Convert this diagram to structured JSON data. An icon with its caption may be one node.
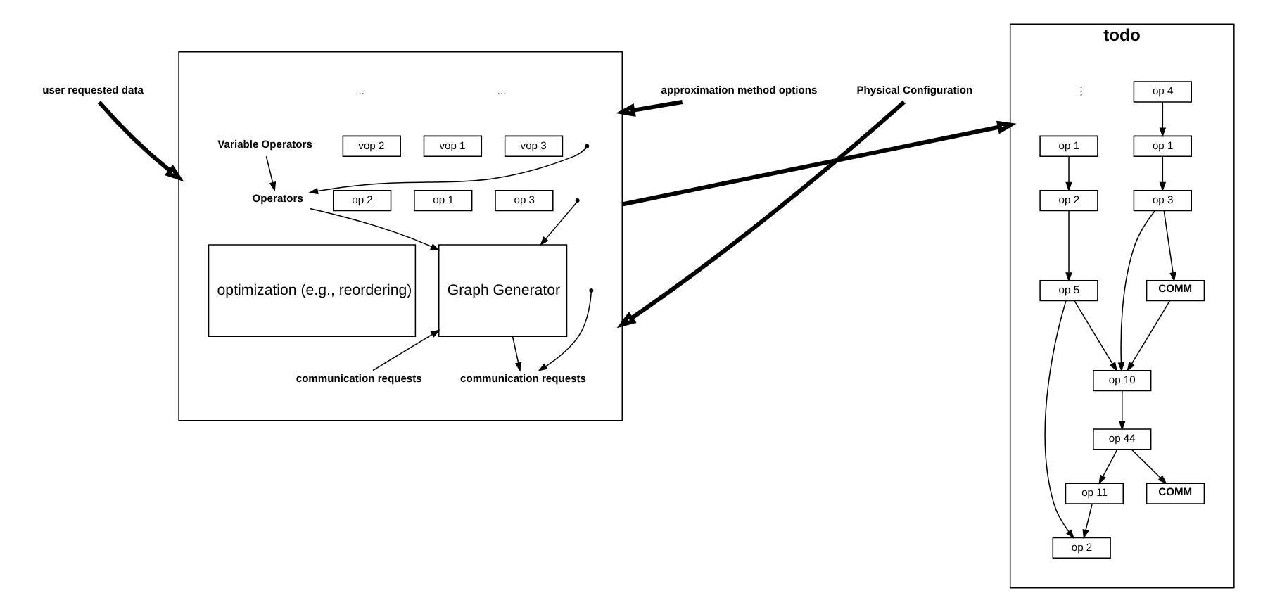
{
  "diagram": {
    "nodes": [
      {
        "text": [],
        "shape": "box"
      },
      {
        "text": [
          "approximation method options"
        ]
      },
      {
        "text": [
          "user requested data"
        ]
      },
      {
        "text": [
          "Physical Configuration"
        ]
      },
      {
        "text": [
          "Variable Operators"
        ],
        "in": 0
      },
      {
        "text": [
          "vop 3"
        ],
        "in": 0
      },
      {
        "text": [
          "vop 1"
        ],
        "in": 0
      },
      {
        "text": [
          "vop 2"
        ],
        "in": 0
      },
      {
        "text": [
          "Operators"
        ],
        "in": 0
      },
      {
        "text": [
          "op 3"
        ],
        "in": 0
      },
      {
        "text": [
          "op 1"
        ],
        "in": 0
      },
      {
        "text": [
          "op 2"
        ],
        "in": 0
      },
      {
        "text": [
          "Graph Generator"
        ],
        "in": 0
      },
      {
        "text": [
          "communication requests"
        ],
        "in": 0
      },
      {
        "text": [
          "communication requests"
        ],
        "in": 0
      },
      {
        "text": [
          "optimization (e.g., reordering)"
        ],
        "in": 0
      },
      {
        "text": [
          "todo"
        ]
      },
      {
        "text": [
          "op 4"
        ],
        "in": 16
      },
      {
        "text": [
          "op 1"
        ],
        "in": 16
      },
      {
        "text": [
          "op 1"
        ],
        "in": 16
      },
      {
        "text": [
          "op 2"
        ],
        "in": 16
      },
      {
        "text": [
          "op 3"
        ],
        "in": 16
      },
      {
        "text": [
          "op 5"
        ],
        "in": 16
      },
      {
        "text": [
          "COMM"
        ],
        "in": 16
      },
      {
        "text": [
          "op 10"
        ],
        "in": 16
      },
      {
        "text": [
          "op 44"
        ],
        "in": 16
      },
      {
        "text": [
          "COMM"
        ],
        "in": 16
      },
      {
        "text": [
          "op 11"
        ],
        "in": 16
      },
      {
        "text": [
          "op 2"
        ],
        "in": 16
      }
    ],
    "edges": [
      {
        "from": 1,
        "to": 0,
        "arrow": "to",
        "style": "thick"
      },
      {
        "from": 2,
        "to": 0,
        "arrow": "to",
        "style": "thick"
      },
      {
        "from": 3,
        "to": 0,
        "arrow": "to",
        "style": "thick"
      },
      {
        "from": null,
        "to": 8,
        "arrow": "to"
      },
      {
        "from": 4,
        "to": 8,
        "arrow": "to"
      },
      {
        "from": null,
        "to": 12,
        "arrow": "to"
      },
      {
        "from": 8,
        "to": 12,
        "arrow": "to"
      },
      {
        "from": 13,
        "to": 12,
        "arrow": "to"
      },
      {
        "from": 12,
        "to": 14,
        "arrow": "to"
      },
      {
        "from": null,
        "to": 14,
        "arrow": "to"
      },
      {
        "from": 0,
        "to": 16,
        "arrow": "to",
        "style": "thick"
      },
      {
        "from": 17,
        "to": 19,
        "arrow": "to"
      },
      {
        "from": 19,
        "to": 21,
        "arrow": "to"
      },
      {
        "from": 21,
        "to": 23,
        "arrow": "to"
      },
      {
        "from": 21,
        "to": 24,
        "arrow": "to"
      },
      {
        "from": 23,
        "to": 24,
        "arrow": "to"
      },
      {
        "from": 18,
        "to": 20,
        "arrow": "to"
      },
      {
        "from": 20,
        "to": 22,
        "arrow": "to"
      },
      {
        "from": 22,
        "to": 24,
        "arrow": "to"
      },
      {
        "from": 22,
        "to": 28,
        "arrow": "to"
      },
      {
        "from": 24,
        "to": 25,
        "arrow": "to"
      },
      {
        "from": 25,
        "to": 26,
        "arrow": "to"
      },
      {
        "from": 25,
        "to": 27,
        "arrow": "to"
      },
      {
        "from": 27,
        "to": 28,
        "arrow": "to"
      }
    ],
    "labels": [
      "...",
      "...",
      "⋮"
    ]
  }
}
